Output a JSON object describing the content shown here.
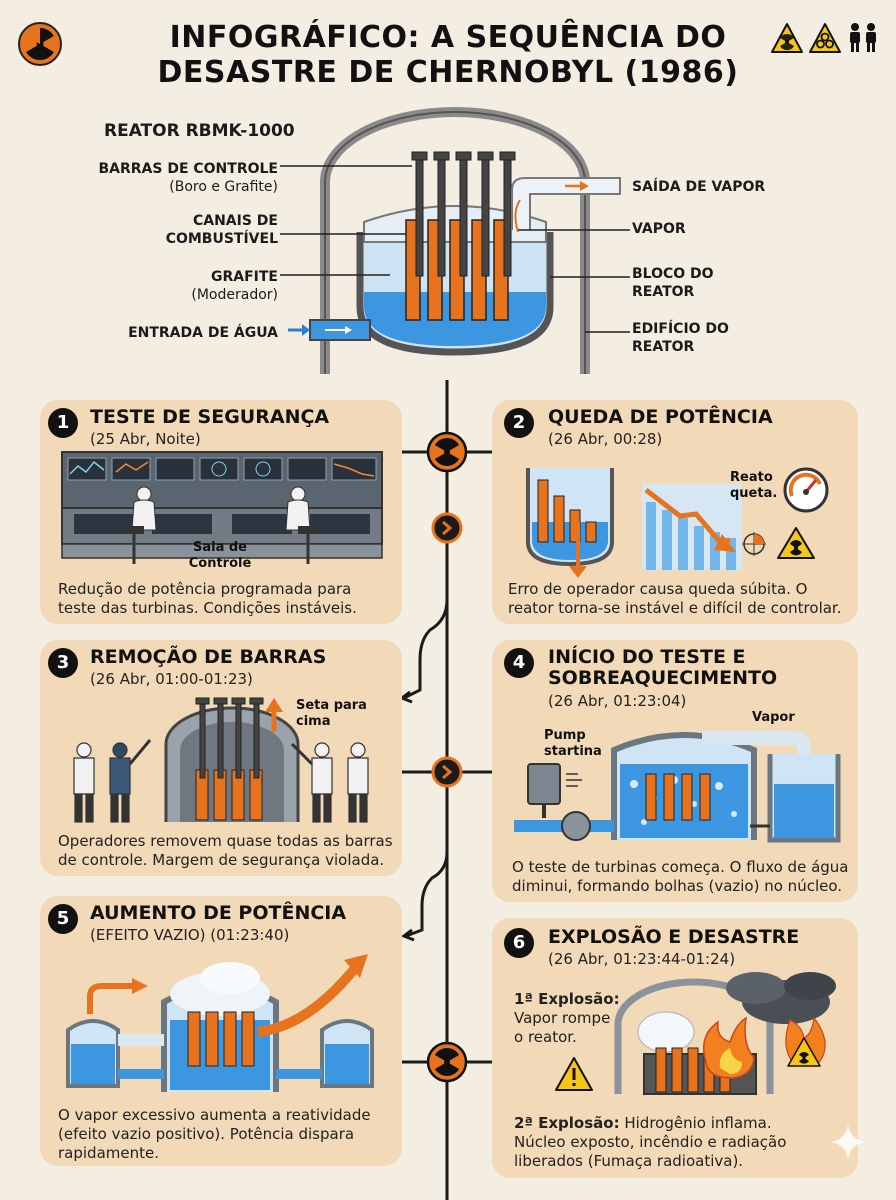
{
  "header": {
    "title_line1": "INFOGRÁFICO: A SEQUÊNCIA DO",
    "title_line2": "DESASTRE DE CHERNOBYL (1986)"
  },
  "reactor": {
    "title": "REATOR RBMK-1000",
    "control_rods": "BARRAS DE CONTROLE",
    "control_rods_sub": "(Boro e Grafite)",
    "fuel_channels_1": "CANAIS DE",
    "fuel_channels_2": "COMBUSTÍVEL",
    "graphite": "GRAFITE",
    "graphite_sub": "(Moderador)",
    "water_in": "ENTRADA DE ÁGUA",
    "steam_out": "SAÍDA DE VAPOR",
    "steam": "VAPOR",
    "block_1": "BLOCO DO",
    "block_2": "REATOR",
    "building_1": "EDIFÍCIO DO",
    "building_2": "REATOR"
  },
  "steps": [
    {
      "n": "1",
      "title": "TESTE DE SEGURANÇA",
      "date": "(25 Abr, Noite)",
      "desc1": "Redução de potência programada para",
      "desc2": "teste das turbinas. Condições instáveis.",
      "label": "Sala de Controle"
    },
    {
      "n": "2",
      "title": "QUEDA DE POTÊNCIA",
      "date": "(26 Abr, 00:28)",
      "desc1": "Erro de operador causa queda súbita. O",
      "desc2": "reator torna-se instável e difícil de controlar.",
      "label1": "Reato",
      "label2": "queta."
    },
    {
      "n": "3",
      "title": "REMOÇÃO DE BARRAS",
      "date": "(26 Abr, 01:00-01:23)",
      "desc1": "Operadores removem quase todas as barras",
      "desc2": "de controle. Margem de segurança violada.",
      "label1": "Seta para",
      "label2": "cima"
    },
    {
      "n": "4",
      "title1": "INÍCIO DO TESTE E",
      "title2": "SOBREAQUECIMENTO",
      "date": "(26 Abr, 01:23:04)",
      "desc1": "O teste de turbinas começa. O fluxo de água",
      "desc2": "diminui, formando bolhas (vazio) no núcleo.",
      "label_pump1": "Pump",
      "label_pump2": "startina",
      "label_steam": "Vapor"
    },
    {
      "n": "5",
      "title": "AUMENTO DE POTÊNCIA",
      "date": "(EFEITO VAZIO) (01:23:40)",
      "desc1": "O vapor excessivo aumenta a reatividade",
      "desc2": "(efeito vazio positivo). Potência dispara",
      "desc3": "rapidamente."
    },
    {
      "n": "6",
      "title": "EXPLOSÃO E DESASTRE",
      "date": "(26 Abr, 01:23:44-01:24)",
      "exp1_bold": "1ª Explosão:",
      "exp1_a": "Vapor rompe",
      "exp1_b": "o reator.",
      "exp2_bold": "2ª Explosão:",
      "exp2_rest": " Hidrogênio inflama.",
      "desc2": "Núcleo exposto, incêndio e radiação",
      "desc3": "liberados (Fumaça radioativa)."
    }
  ],
  "colors": {
    "background": "#f3ede2",
    "panel": "#f2d9b8",
    "accent": "#e8731f",
    "water": "#4aa3e6",
    "dark": "#1b1b1b"
  },
  "icons": [
    "radiation-icon",
    "warning-radiation-icon",
    "biohazard-icon",
    "people-icon",
    "chevron-right-icon",
    "gauge-icon",
    "fire-icon",
    "sparkle-icon"
  ]
}
